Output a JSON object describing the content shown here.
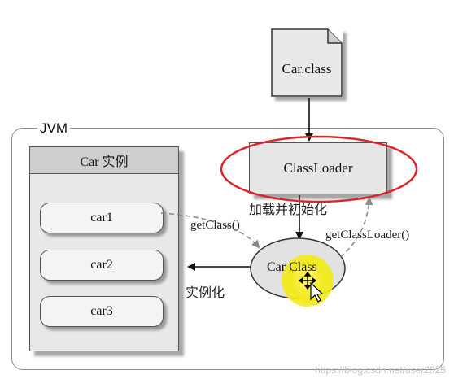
{
  "file": {
    "label": "Car.class"
  },
  "jvm": {
    "label": "JVM"
  },
  "classloader": {
    "label": "ClassLoader"
  },
  "instances": {
    "header": "Car 实例",
    "items": [
      "car1",
      "car2",
      "car3"
    ]
  },
  "car_class": {
    "label": "Car Class"
  },
  "edges": {
    "load_init": "加载并初始化",
    "get_class": "getClass()",
    "get_class_loader": "getClassLoader()",
    "instantiate": "实例化"
  },
  "watermark": "https://blog.csdn.net/user2025",
  "colors": {
    "highlight_ring": "#d9262b",
    "cursor_glow": "#f2ea1c",
    "ellipse_fill": "#e2e2e2"
  }
}
